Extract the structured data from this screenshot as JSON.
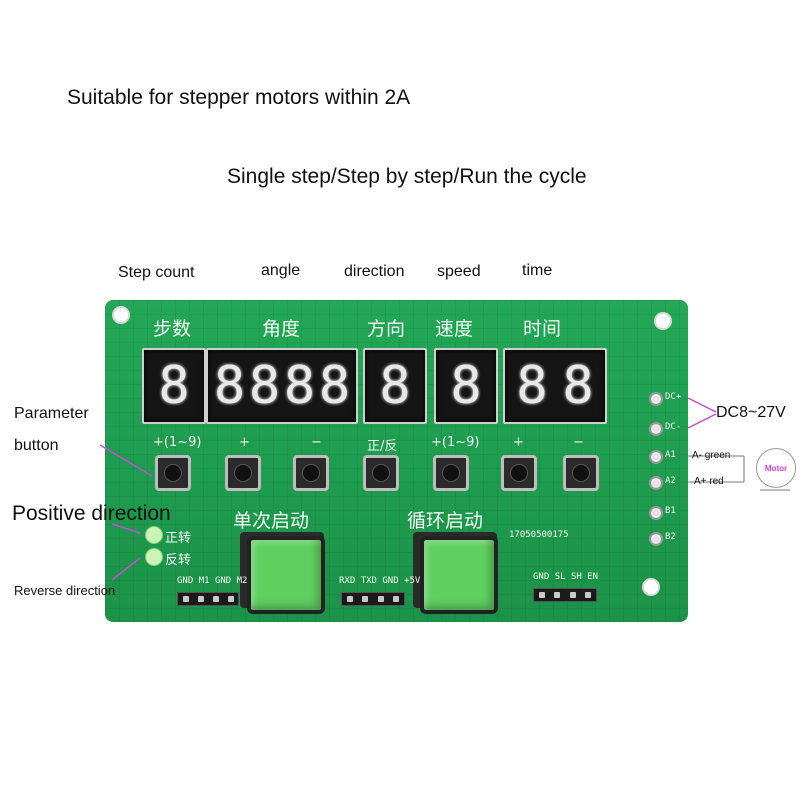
{
  "headline1": "Suitable for stepper motors within 2A",
  "headline2": "Single step/Step by step/Run the cycle",
  "top_labels": [
    "Step count",
    "angle",
    "direction",
    "speed",
    "time"
  ],
  "side_labels": {
    "parameter_1": "Parameter",
    "parameter_2": "button",
    "positive": "Positive direction",
    "reverse": "Reverse direction",
    "dc": "DC8~27V",
    "a_minus": "A- green",
    "a_plus": "A+ red",
    "motor": "Motor"
  },
  "board": {
    "sections": [
      "步数",
      "角度",
      "方向",
      "速度",
      "时间"
    ],
    "displays": [
      {
        "digits": [
          "8"
        ]
      },
      {
        "digits": [
          "8",
          "8",
          "8",
          "8"
        ]
      },
      {
        "digits": [
          "8"
        ]
      },
      {
        "digits": [
          "8"
        ]
      },
      {
        "digits": [
          "8",
          "8"
        ]
      }
    ],
    "button_labels": [
      "+(1~9)",
      "+",
      "−",
      "正/反",
      "+(1~9)",
      "+",
      "−"
    ],
    "led_labels": [
      "正转",
      "反转"
    ],
    "start_labels": [
      "单次启动",
      "循环启动"
    ],
    "serial": "17050500175",
    "terminals": [
      "DC+",
      "DC-",
      "A1",
      "A2",
      "B1",
      "B2"
    ],
    "header1": [
      "GND",
      "M1",
      "GND",
      "M2"
    ],
    "header2": [
      "RXD",
      "TXD",
      "GND",
      "+5V"
    ],
    "header3": [
      "GND",
      "SL",
      "SH",
      "EN"
    ]
  }
}
